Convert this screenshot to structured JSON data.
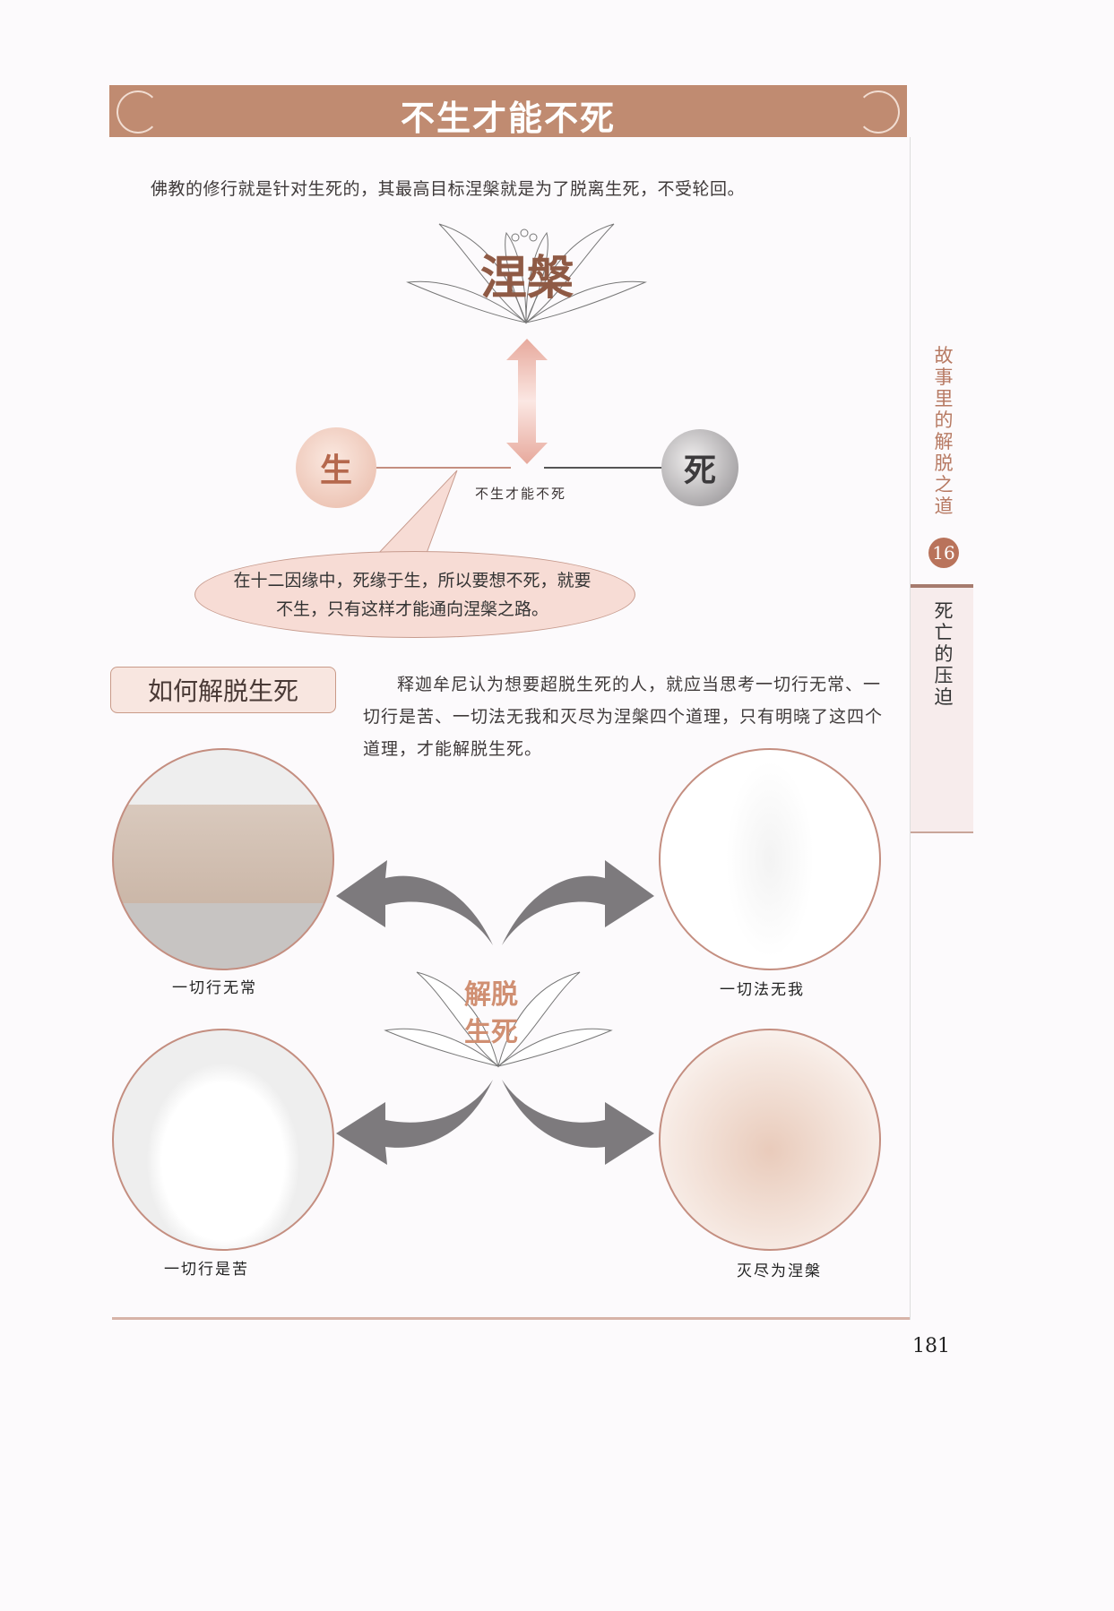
{
  "header": {
    "title": "不生才能不死"
  },
  "intro": "佛教的修行就是针对生死的，其最高目标涅槃就是为了脱离生死，不受轮回。",
  "diagram": {
    "nirvana": "涅槃",
    "birth": "生",
    "death": "死",
    "caption": "不生才能不死",
    "bubble": "在十二因缘中，死缘于生，所以要想不死，就要不生，只有这样才能通向涅槃之路。"
  },
  "section": {
    "title": "如何解脱生死",
    "paragraph": "释迦牟尼认为想要超脱生死的人，就应当思考一切行无常、一切行是苦、一切法无我和灭尽为涅槃四个道理，只有明晓了这四个道理，才能解脱生死。"
  },
  "center": {
    "line1": "解脱",
    "line2": "生死"
  },
  "labels": {
    "tl": "一切行无常",
    "tr": "一切法无我",
    "bl": "一切行是苦",
    "br": "灭尽为涅槃"
  },
  "sidebar": {
    "title": "故事里的解脱之道",
    "chapter": "16",
    "subtitle": "死亡的压迫"
  },
  "page_number": "181",
  "colors": {
    "accent": "#c08b71",
    "pink": "#f7dcd5"
  }
}
